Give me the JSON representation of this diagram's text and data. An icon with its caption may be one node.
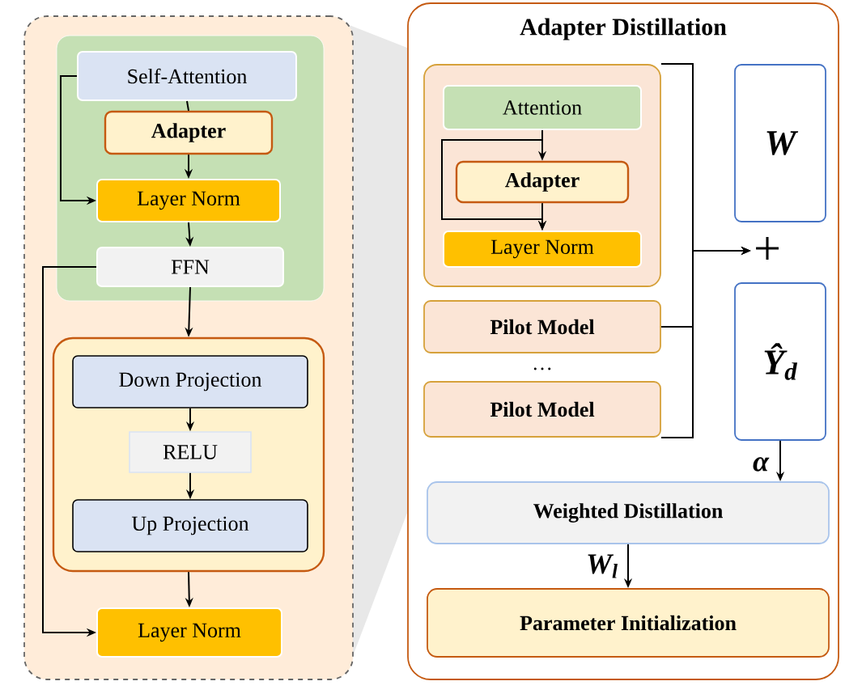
{
  "diagram": {
    "nodes": [
      {
        "text": [],
        "shape": "box"
      },
      {
        "text": [],
        "shape": "box",
        "in": 0
      },
      {
        "text": [
          "Self-Attention"
        ],
        "in": 1
      },
      {
        "text": [
          "Adapter"
        ],
        "in": 1
      },
      {
        "text": [
          "Layer Norm"
        ],
        "in": 1
      },
      {
        "text": [
          "FFN"
        ],
        "in": 1
      },
      {
        "text": [],
        "shape": "box",
        "in": 0
      },
      {
        "text": [
          "Down Projection"
        ],
        "in": 6
      },
      {
        "text": [
          "RELU"
        ],
        "in": 6
      },
      {
        "text": [
          "Up Projection"
        ],
        "in": 6
      },
      {
        "text": [
          "Layer Norm"
        ],
        "in": 0
      },
      {
        "text": [
          "Adapter Distillation"
        ]
      },
      {
        "text": [],
        "shape": "box",
        "in": 11
      },
      {
        "text": [
          "Attention"
        ],
        "in": 12
      },
      {
        "text": [
          "Adapter"
        ],
        "in": 12
      },
      {
        "text": [
          "Layer Norm"
        ],
        "in": 12
      },
      {
        "text": [
          "Pilot Model"
        ],
        "in": 11
      },
      {
        "text": [
          "Pilot Model"
        ],
        "in": 11
      },
      {
        "text": [
          "W"
        ],
        "in": 11
      },
      {
        "text": [
          "+"
        ],
        "in": 11
      },
      {
        "text": [
          "Ŷ$_{d}$"
        ],
        "in": 11
      },
      {
        "text": [
          "Weighted Distillation"
        ],
        "in": 11
      },
      {
        "text": [
          "Parameter Initialization"
        ],
        "in": 11
      }
    ],
    "edges": [
      {
        "from": 2,
        "to": 3,
        "arrow": "none"
      },
      {
        "from": 3,
        "to": 4,
        "arrow": "to"
      },
      {
        "from": 2,
        "to": 4,
        "arrow": "to"
      },
      {
        "from": 4,
        "to": 5,
        "arrow": "to"
      },
      {
        "from": 5,
        "to": 6,
        "arrow": "to"
      },
      {
        "from": 7,
        "to": 8,
        "arrow": "to"
      },
      {
        "from": 8,
        "to": 9,
        "arrow": "to"
      },
      {
        "from": 6,
        "to": 10,
        "arrow": "to"
      },
      {
        "from": 5,
        "to": 10,
        "arrow": "to"
      },
      {
        "from": 13,
        "to": 14,
        "arrow": "to"
      },
      {
        "from": 14,
        "to": 15,
        "arrow": "to"
      },
      {
        "from": 13,
        "to": 15,
        "arrow": "to"
      },
      {
        "from": 12,
        "to": 19,
        "arrow": "to"
      },
      {
        "from": 16,
        "to": 19,
        "arrow": "to"
      },
      {
        "from": 17,
        "to": 19,
        "arrow": "to"
      },
      {
        "from": 20,
        "to": 21,
        "arrow": "to",
        "label": "α"
      },
      {
        "from": 21,
        "to": 22,
        "arrow": "to",
        "label": "W$_{l}$"
      }
    ],
    "labels": [
      "…"
    ]
  }
}
